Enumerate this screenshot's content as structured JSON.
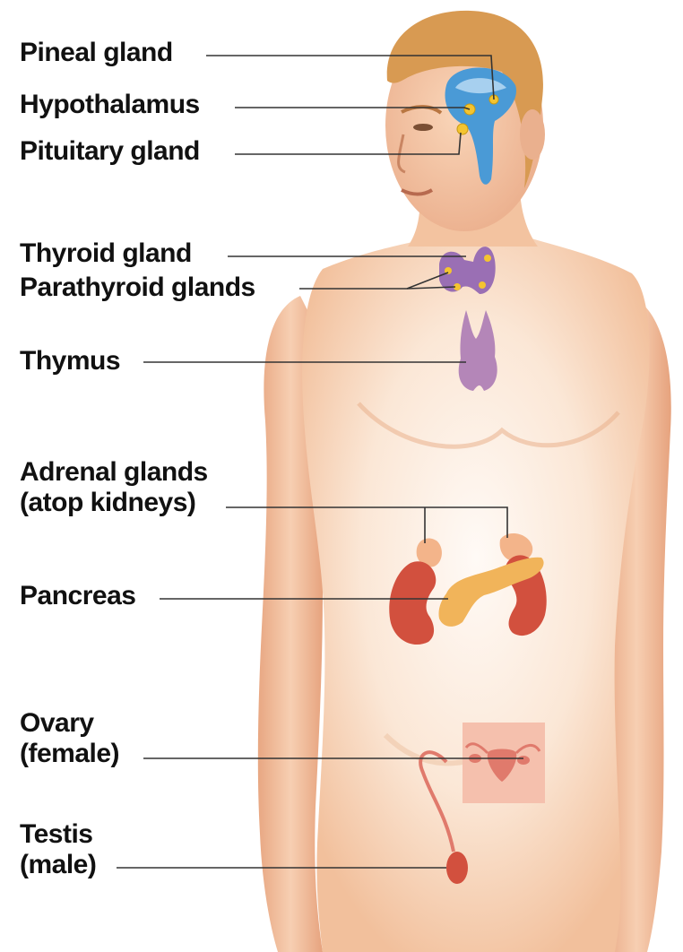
{
  "diagram": {
    "labels": {
      "pineal": "Pineal gland",
      "hypothalamus": "Hypothalamus",
      "pituitary": "Pituitary gland",
      "thyroid": "Thyroid gland",
      "parathyroid": "Parathyroid glands",
      "thymus": "Thymus",
      "adrenal_line1": "Adrenal glands",
      "adrenal_line2": "(atop kidneys)",
      "pancreas": "Pancreas",
      "ovary_line1": "Ovary",
      "ovary_line2": "(female)",
      "testis_line1": "Testis",
      "testis_line2": "(male)"
    },
    "colors": {
      "skin": "#f6c9a6",
      "skin_shadow": "#e8a47e",
      "hair": "#d89a52",
      "brain": "#4a9ad6",
      "gland_yellow": "#f4c430",
      "thyroid": "#9a6fb4",
      "thymus": "#b486b8",
      "kidney": "#d2503e",
      "adrenal": "#f3b48a",
      "pancreas": "#f1b45a",
      "reproductive": "#e07a6c",
      "leader_line": "#333333"
    }
  }
}
